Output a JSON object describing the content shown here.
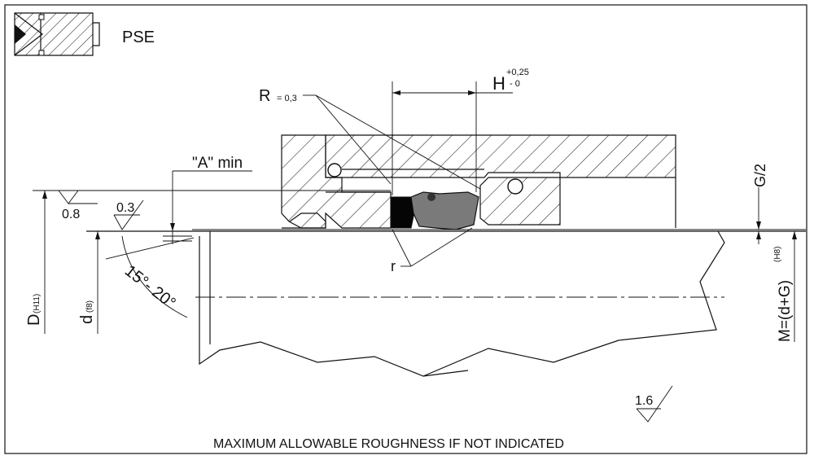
{
  "title": "PSE",
  "labels": {
    "r_label": "R",
    "r_value": "= 0,3",
    "h_label": "H",
    "h_upper": "+0,25",
    "h_lower": "- 0",
    "a_min": "\"A\" min",
    "roughness_08": "0.8",
    "roughness_03": "0.3",
    "chamfer_angle": "15°- 20°",
    "D_label": "D",
    "D_tol": "(H11)",
    "d_label": "d",
    "d_tol": "(f8)",
    "small_r": "r",
    "g_half": "G/2",
    "m_label": "M=(d+G)",
    "m_tol": "(H8)",
    "roughness_16": "1.6",
    "footer_note": "MAXIMUM ALLOWABLE ROUGHNESS IF NOT INDICATED"
  },
  "colors": {
    "line": "#111111",
    "seal_dark": "#050505",
    "seal_grey": "#7a7a7a"
  }
}
